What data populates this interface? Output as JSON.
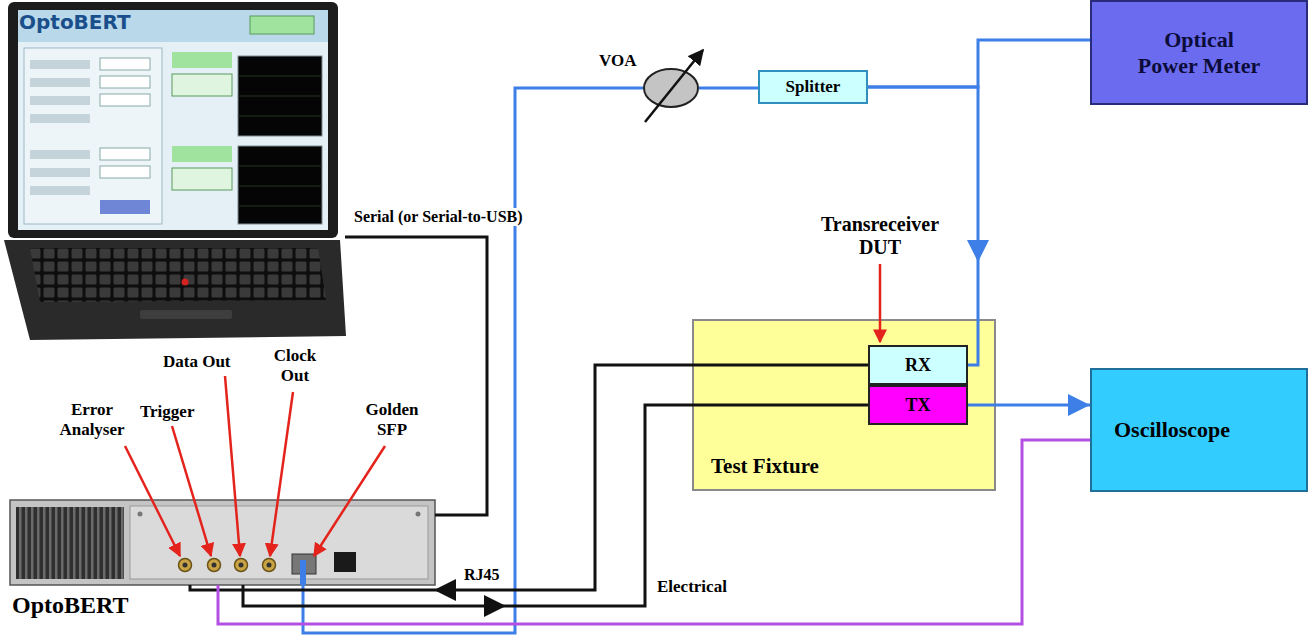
{
  "diagram": {
    "nodes": [
      {
        "text": [
          "OptoBERT"
        ]
      },
      {
        "text": [
          "VOA"
        ]
      },
      {
        "text": [
          "Splitter"
        ]
      },
      {
        "text": [
          "Optical Power Meter"
        ]
      },
      {
        "text": [
          "Test Fixture"
        ]
      },
      {
        "text": [
          "RX"
        ],
        "in": 4
      },
      {
        "text": [
          "TX"
        ],
        "in": 4
      },
      {
        "text": [
          "Oscilloscope"
        ]
      },
      {
        "text": [
          "OptoBERT"
        ]
      }
    ],
    "edges": [
      {
        "from": 0,
        "to": 8,
        "arrow": "none",
        "label": "Serial (or Serial-to-USB)"
      },
      {
        "from": 8,
        "to": 1,
        "arrow": "none"
      },
      {
        "from": 1,
        "to": 2,
        "arrow": "none"
      },
      {
        "from": 2,
        "to": 3,
        "arrow": "none"
      },
      {
        "from": 2,
        "to": 5,
        "arrow": "to"
      },
      {
        "from": 5,
        "to": 8,
        "arrow": "to",
        "label": "RJ45"
      },
      {
        "from": 8,
        "to": 6,
        "arrow": "to",
        "label": "Electrical"
      },
      {
        "from": 6,
        "to": 7,
        "arrow": "to"
      },
      {
        "from": 8,
        "to": 7,
        "arrow": "none"
      }
    ],
    "labels": [
      "Error Analyser",
      "Trigger",
      "Data Out",
      "Clock Out",
      "Golden SFP",
      "Transreceiver DUT"
    ]
  }
}
